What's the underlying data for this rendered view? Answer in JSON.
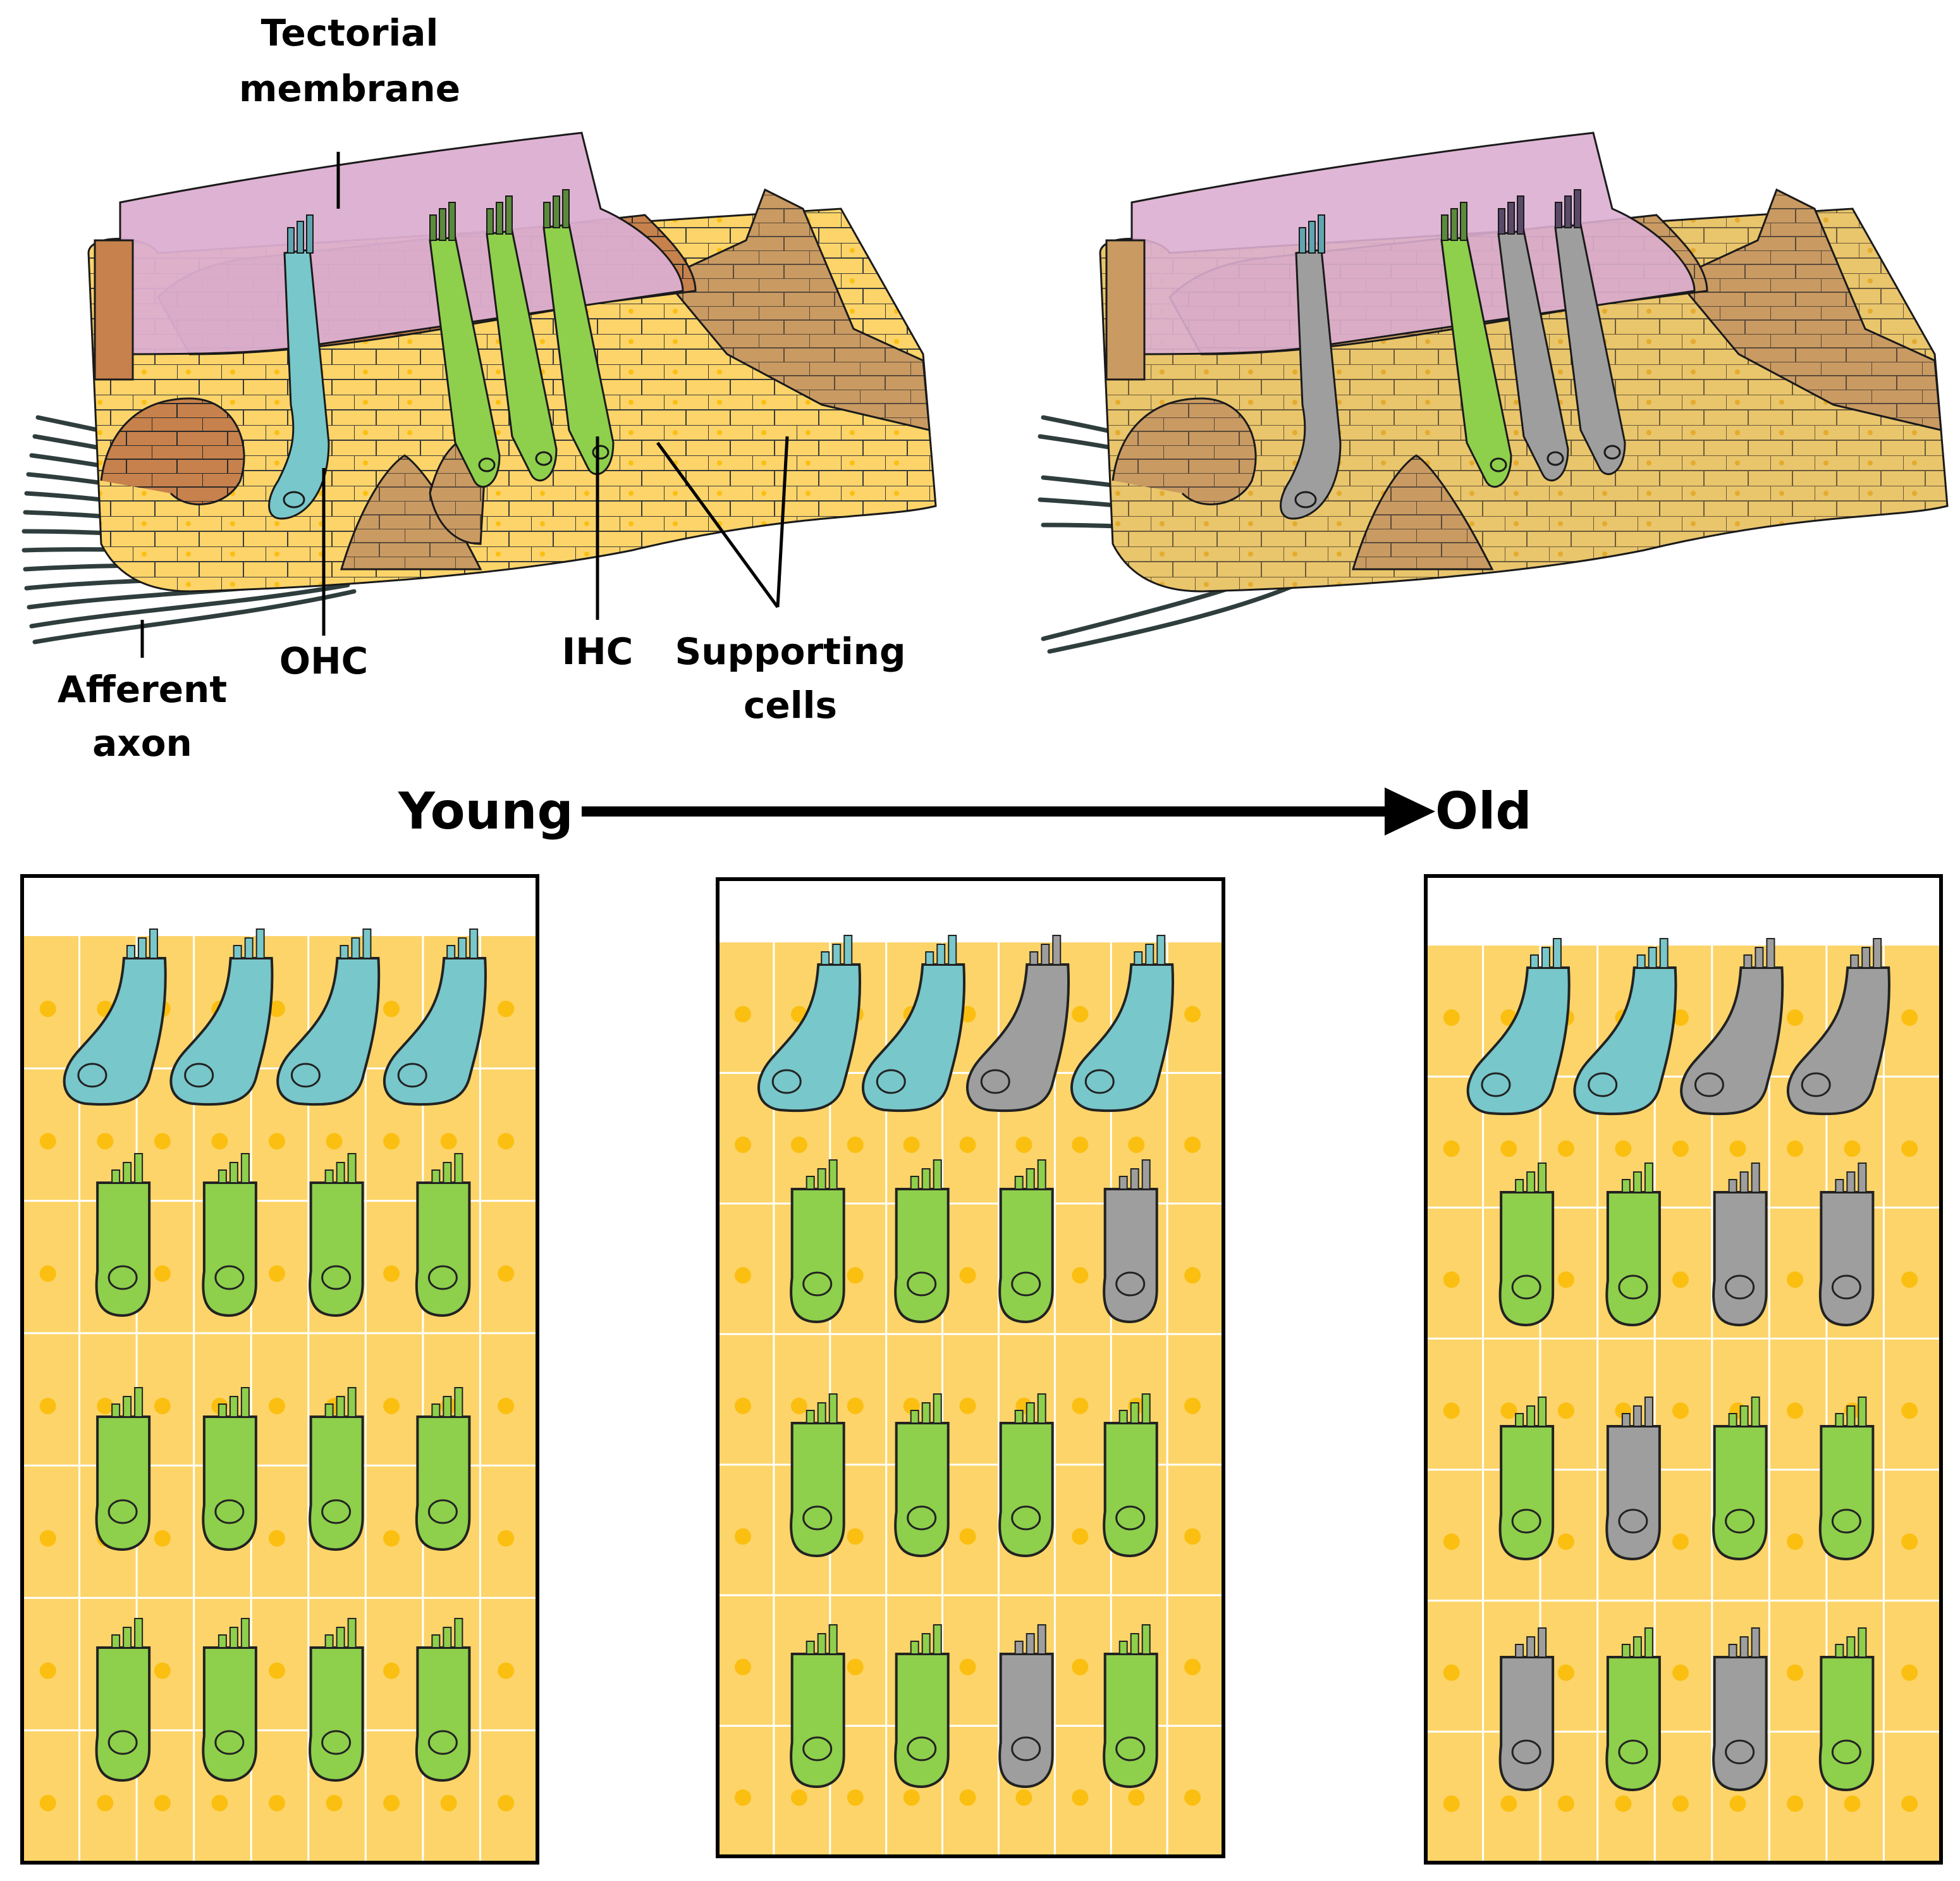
{
  "labels": {
    "tectorial_line1": "Tectorial",
    "tectorial_line2": "membrane",
    "afferent_line1": "Afferent",
    "afferent_line2": "axon",
    "ohc": "OHC",
    "ihc": "IHC",
    "supporting_line1": "Supporting",
    "supporting_line2": "cells",
    "young": "Young",
    "old": "Old"
  },
  "colors": {
    "background": "#ffffff",
    "supporting_cell": "#fcd469",
    "supporting_nucleus": "#fbbf12",
    "outer_hair_cell": "#78c7ca",
    "inner_hair_cell": "#8ecf4c",
    "lost_cell": "#9e9e9e",
    "tectorial_membrane": "#dcaed0",
    "cell_layer_brown": "#c7814c",
    "axon": "#2f3d3d"
  },
  "icon_names": [
    "arrow-right-icon"
  ],
  "panels": [
    {
      "stage": "young",
      "top_row": [
        "ohc",
        "ohc",
        "ohc",
        "ohc"
      ],
      "rows": [
        [
          "ihc",
          "ihc",
          "ihc",
          "ihc"
        ],
        [
          "ihc",
          "ihc",
          "ihc",
          "ihc"
        ],
        [
          "ihc",
          "ihc",
          "ihc",
          "ihc"
        ]
      ]
    },
    {
      "stage": "middle",
      "top_row": [
        "ohc",
        "ohc",
        "lost",
        "ohc"
      ],
      "rows": [
        [
          "ihc",
          "ihc",
          "ihc",
          "lost"
        ],
        [
          "ihc",
          "ihc",
          "ihc",
          "ihc"
        ],
        [
          "ihc",
          "ihc",
          "lost",
          "ihc"
        ]
      ]
    },
    {
      "stage": "old",
      "top_row": [
        "ohc",
        "ohc",
        "lost",
        "lost"
      ],
      "rows": [
        [
          "ihc",
          "ihc",
          "lost",
          "lost"
        ],
        [
          "ihc",
          "lost",
          "ihc",
          "ihc"
        ],
        [
          "lost",
          "ihc",
          "lost",
          "ihc"
        ]
      ]
    }
  ]
}
